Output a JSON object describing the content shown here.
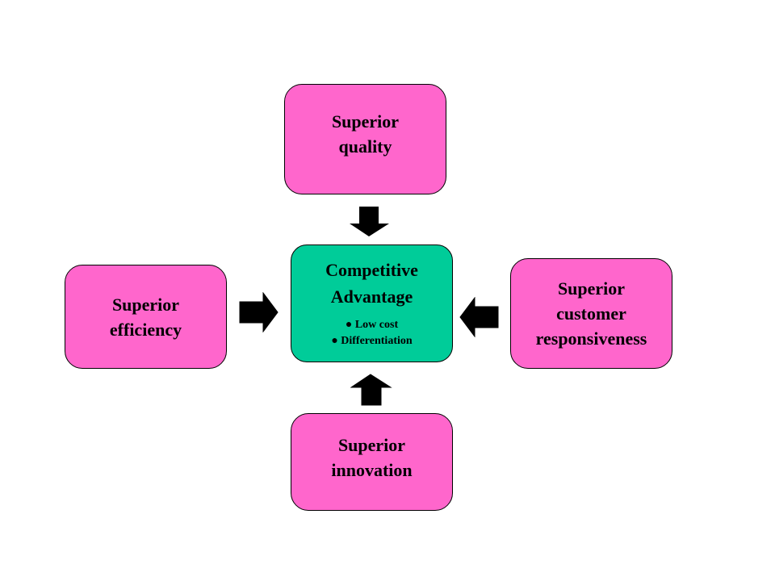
{
  "diagram": {
    "center": {
      "title_lines": [
        "Competitive",
        "Advantage"
      ],
      "bullets": [
        "● Low cost",
        "● Differentiation"
      ],
      "fill": "#00CC99"
    },
    "top": {
      "lines": [
        "Superior",
        "quality"
      ],
      "fill": "#FF66CC"
    },
    "left": {
      "lines": [
        "Superior",
        "efficiency"
      ],
      "fill": "#FF66CC"
    },
    "right": {
      "lines": [
        "Superior",
        "customer",
        "responsiveness"
      ],
      "fill": "#FF66CC"
    },
    "bottom": {
      "lines": [
        "Superior",
        "innovation"
      ],
      "fill": "#FF66CC"
    },
    "arrow_color": "#000000"
  }
}
